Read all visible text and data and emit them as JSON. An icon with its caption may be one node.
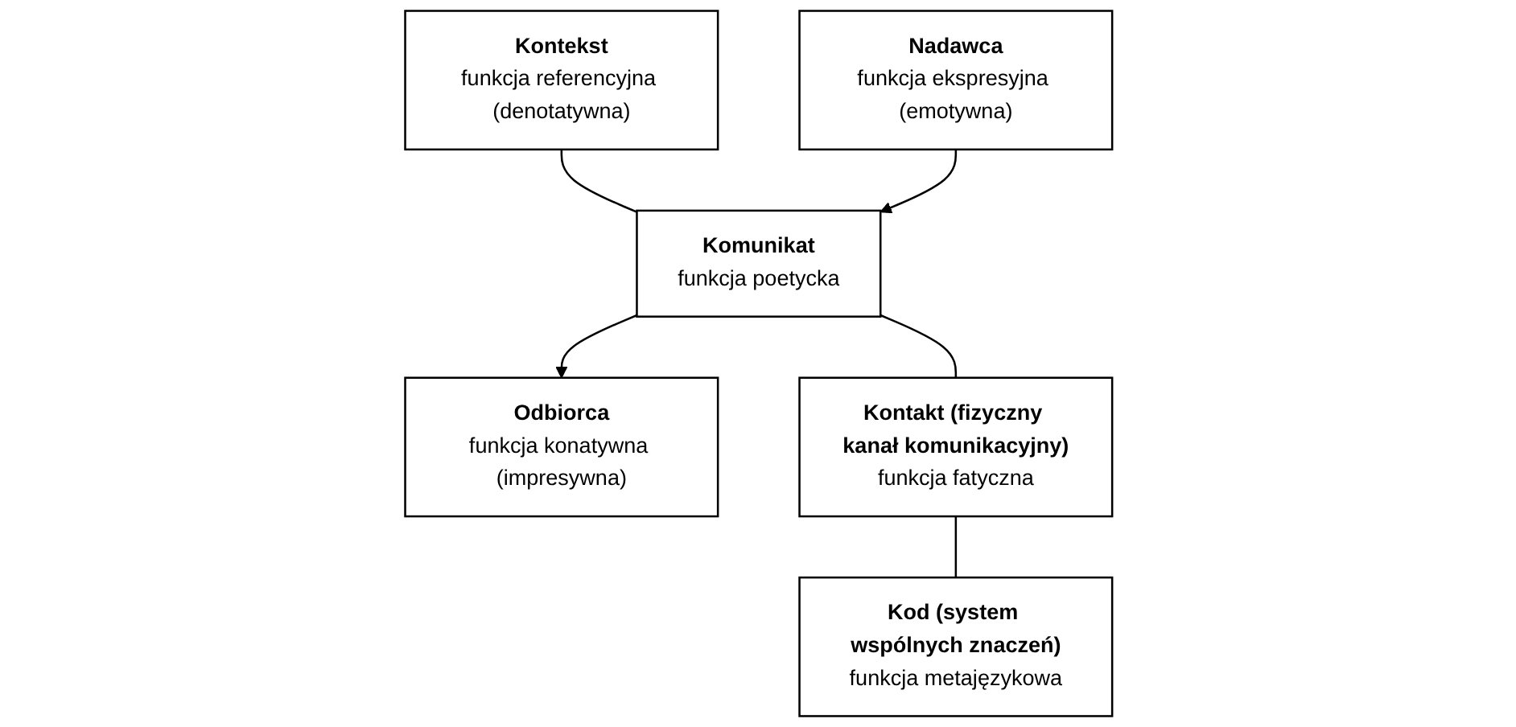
{
  "diagram": {
    "nodes": [
      {
        "text": [
          "Kontekst",
          "funkcja referencyjna (denotatywna)"
        ]
      },
      {
        "text": [
          "Nadawca",
          "funkcja ekspresyjna (emotywna)"
        ]
      },
      {
        "text": [
          "Komunikat",
          "funkcja poetycka"
        ]
      },
      {
        "text": [
          "Odbiorca",
          "funkcja konatywna (impresywna)"
        ]
      },
      {
        "text": [
          "Kontakt (fizyczny kanał komunikacyjny)",
          "funkcja fatyczna"
        ]
      },
      {
        "text": [
          "Kod (system wspólnych znaczeń)",
          "funkcja metajęzykowa"
        ]
      }
    ],
    "edges": [
      {
        "from": 0,
        "to": 2,
        "arrow": "none"
      },
      {
        "from": 1,
        "to": 2,
        "arrow": "to"
      },
      {
        "from": 2,
        "to": 3,
        "arrow": "to"
      },
      {
        "from": 2,
        "to": 4,
        "arrow": "none"
      },
      {
        "from": 4,
        "to": 5,
        "arrow": "none"
      }
    ]
  }
}
